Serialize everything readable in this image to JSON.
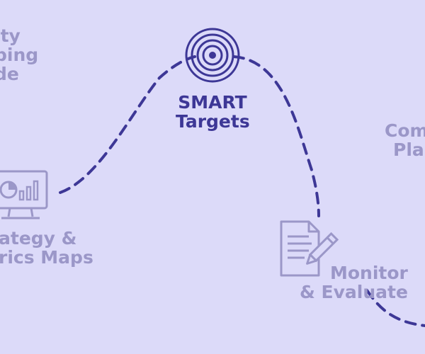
{
  "stages": {
    "capability_mapping_guide": {
      "lines": [
        "ity",
        "ping",
        "de"
      ]
    },
    "strategy_metrics_maps": {
      "lines": [
        "ategy &",
        "rics Maps"
      ]
    },
    "smart_targets": {
      "lines": [
        "SMART",
        "Targets"
      ]
    },
    "compile_plan": {
      "lines": [
        "Com",
        "Pla"
      ]
    },
    "monitor_evaluate": {
      "lines": [
        "Monitor",
        "& Evaluate"
      ]
    }
  },
  "colors": {
    "background": "#dcdaf9",
    "active": "#3d3796",
    "faded": "#9b97c8",
    "path": "#3d3796"
  },
  "icons": {
    "strategy": "monitor-chart-icon",
    "smart": "target-icon",
    "monitor": "document-pencil-icon"
  }
}
